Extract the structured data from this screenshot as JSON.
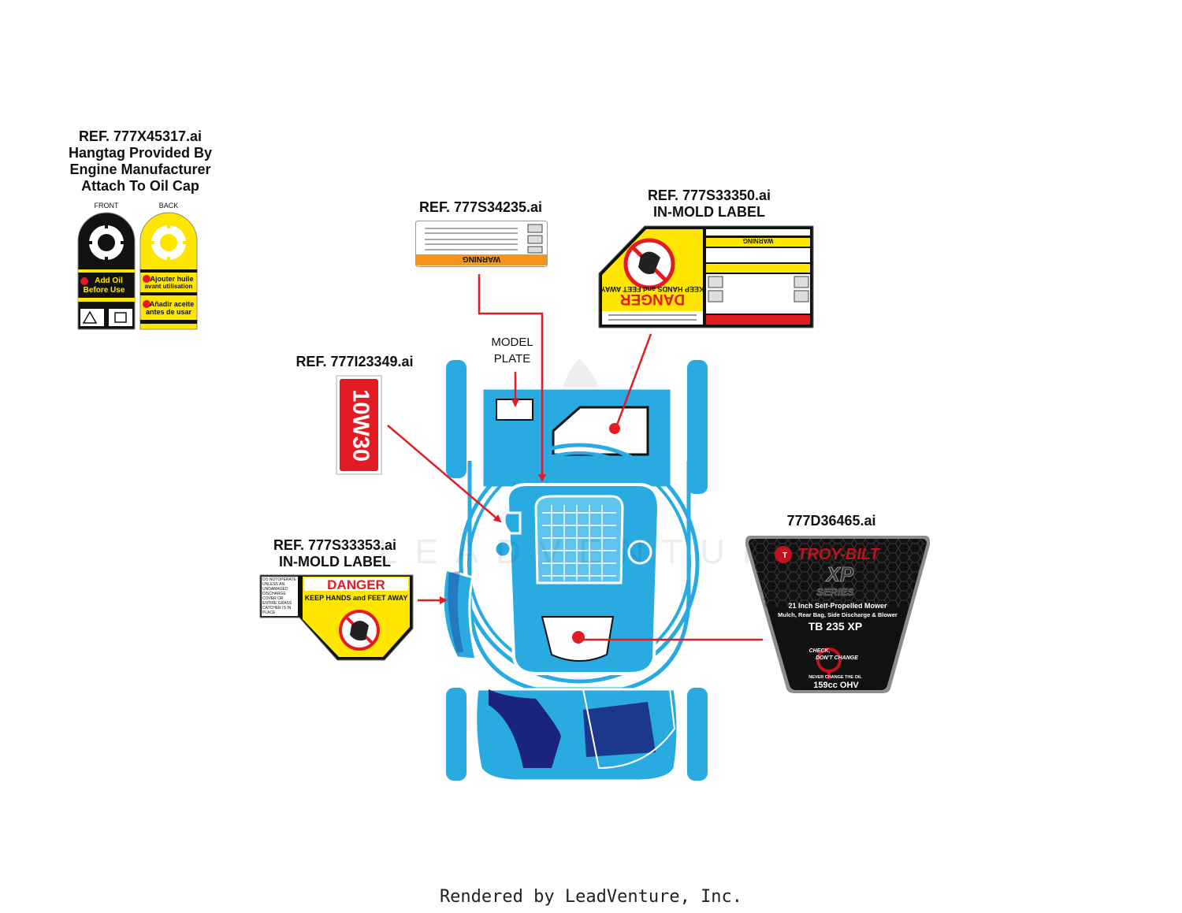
{
  "hangtag": {
    "ref_line1": "REF. 777X45317.ai",
    "ref_line2": "Hangtag Provided By",
    "ref_line3": "Engine Manufacturer",
    "ref_line4": "Attach To Oil Cap",
    "front_label": "FRONT",
    "back_label": "BACK",
    "front_text1": "Add Oil",
    "front_text2": "Before Use",
    "back_text1": "Ajouter huile",
    "back_text2": "avant utilisation",
    "back_text3": "Añadir aceite",
    "back_text4": "antes de usar"
  },
  "warning_label": {
    "ref": "REF. 777S34235.ai",
    "banner": "WARNING"
  },
  "danger_label_large": {
    "ref_line1": "REF. 777S33350.ai",
    "ref_line2": "IN-MOLD LABEL",
    "danger": "DANGER",
    "keep": "KEEP HANDS and FEET AWAY",
    "warning": "WARNING"
  },
  "model_plate": {
    "line1": "MODEL",
    "line2": "PLATE"
  },
  "oil_label": {
    "ref": "REF. 777I23349.ai",
    "text": "10W30"
  },
  "danger_label_small": {
    "ref_line1": "REF. 777S33353.ai",
    "ref_line2": "IN-MOLD LABEL",
    "side_text": "DO NOTOPERATE UNLESS AN UNDAMAGED DISCHARGE COVER OR ENTIRE GRASS CATCHER IS IN PLACE",
    "danger": "DANGER",
    "keep": "KEEP HANDS and FEET AWAY"
  },
  "brand_label": {
    "ref": "777D36465.ai",
    "brand": "TROY-BILT",
    "series1": "XP",
    "series2": "SERIES",
    "desc1": "21 Inch Self-Propelled Mower",
    "desc2": "Mulch, Rear Bag, Side Discharge & Blower",
    "model": "TB 235 XP",
    "check1": "CHECK,",
    "check2": "DON'T CHANGE",
    "never": "NEVER CHANGE THE OIL",
    "engine": "159cc OHV"
  },
  "watermark": "LEADVENTURE",
  "footer": "Rendered by LeadVenture, Inc.",
  "colors": {
    "mower_blue": "#29abe2",
    "mower_dark": "#1a237e",
    "callout_red": "#e31b23",
    "danger_yellow": "#ffe600",
    "warning_orange": "#f7941d"
  }
}
